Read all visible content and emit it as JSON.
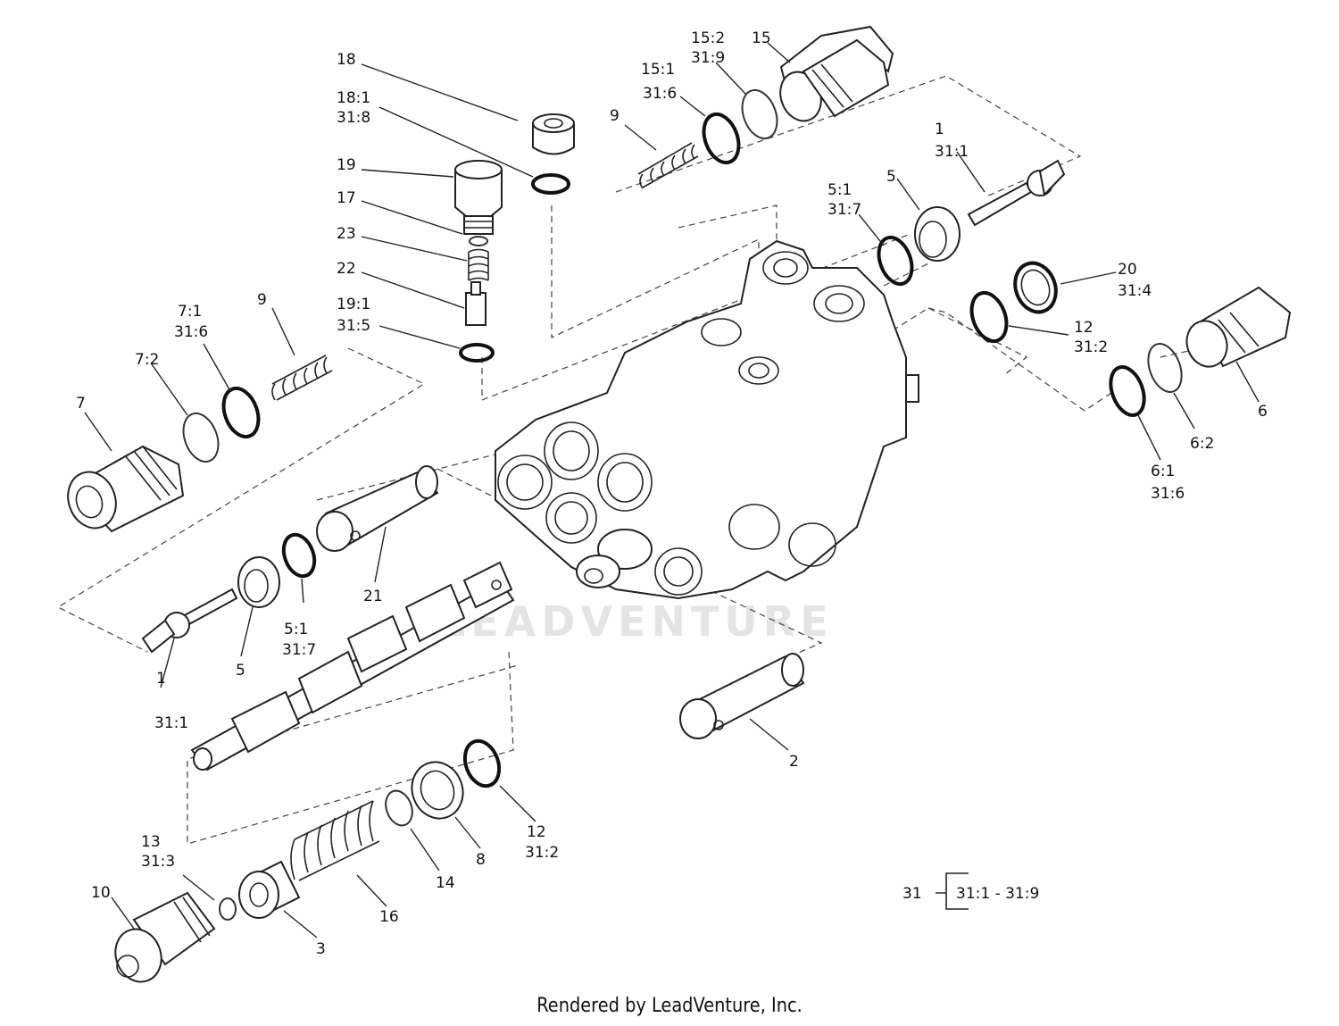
{
  "labels": {
    "l18": "18",
    "l18_1a": "18:1",
    "l18_1b": "31:8",
    "l19": "19",
    "l17": "17",
    "l23": "23",
    "l22": "22",
    "l19_1a": "19:1",
    "l19_1b": "31:5",
    "l9_top": "9",
    "l15_1a": "15:1",
    "l15_1b": "31:6",
    "l15_2a": "15:2",
    "l15_2b": "31:9",
    "l15": "15",
    "l1_top_a": "1",
    "l1_top_b": "31:1",
    "l5_top": "5",
    "l5_1_top_a": "5:1",
    "l5_1_top_b": "31:7",
    "l20a": "20",
    "l20b": "31:4",
    "l12_top_a": "12",
    "l12_top_b": "31:2",
    "l6": "6",
    "l6_2": "6:2",
    "l6_1a": "6:1",
    "l6_1b": "31:6",
    "l7_1a": "7:1",
    "l7_1b": "31:6",
    "l9_left": "9",
    "l7_2": "7:2",
    "l7": "7",
    "l21": "21",
    "l5_1_bot_a": "5:1",
    "l5_1_bot_b": "31:7",
    "l5_bot": "5",
    "l1_bot_a": "1",
    "l1_bot_b": "31:1",
    "l2": "2",
    "l12_bot_a": "12",
    "l12_bot_b": "31:2",
    "l8": "8",
    "l14": "14",
    "l16": "16",
    "l3": "3",
    "l13a": "13",
    "l13b": "31:3",
    "l10": "10",
    "l31": "31",
    "l31_range": "31:1 - 31:9"
  },
  "watermark": "LEADVENTURE",
  "footer": "Rendered by LeadVenture, Inc."
}
